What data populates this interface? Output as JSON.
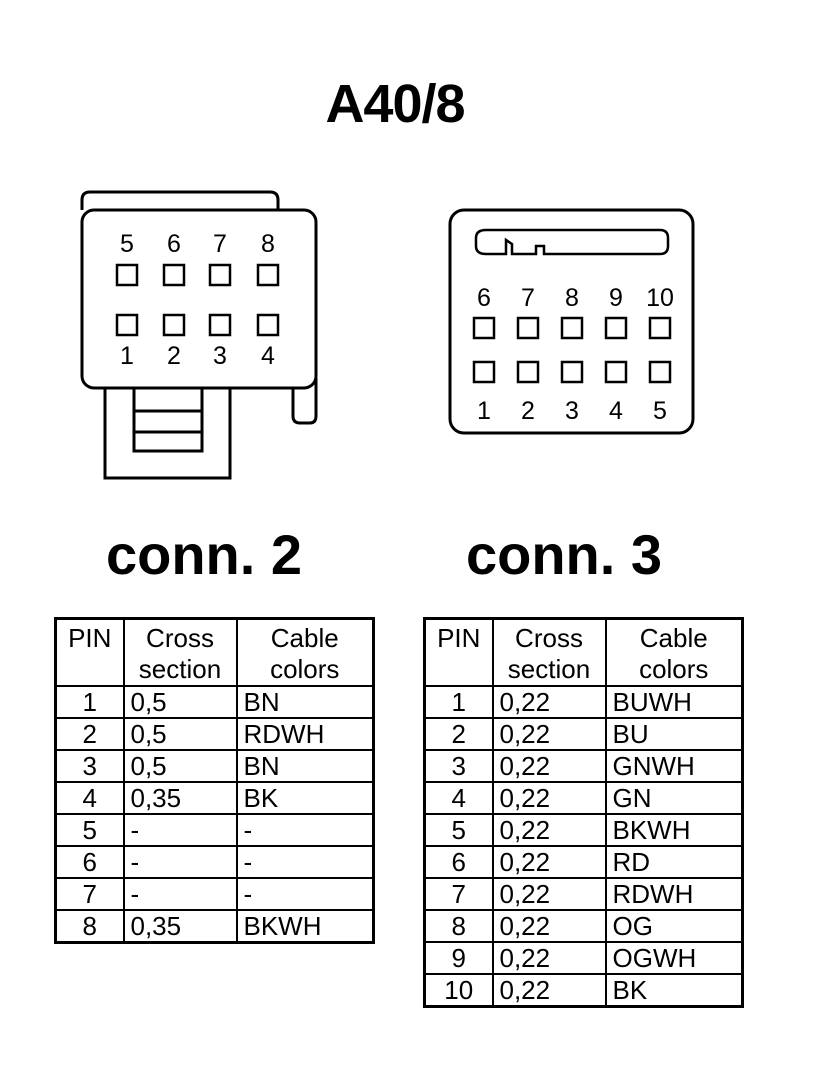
{
  "title": "A40/8",
  "connectors": [
    {
      "caption": "conn. 2",
      "pins_top": [
        "5",
        "6",
        "7",
        "8"
      ],
      "pins_bottom": [
        "1",
        "2",
        "3",
        "4"
      ],
      "table": {
        "headers": [
          [
            "PIN"
          ],
          [
            "Cross",
            "section"
          ],
          [
            "Cable",
            "colors"
          ]
        ],
        "rows": [
          [
            "1",
            "0,5",
            "BN"
          ],
          [
            "2",
            "0,5",
            "RDWH"
          ],
          [
            "3",
            "0,5",
            "BN"
          ],
          [
            "4",
            "0,35",
            "BK"
          ],
          [
            "5",
            "-",
            "-"
          ],
          [
            "6",
            "-",
            "-"
          ],
          [
            "7",
            "-",
            "-"
          ],
          [
            "8",
            "0,35",
            "BKWH"
          ]
        ]
      }
    },
    {
      "caption": "conn. 3",
      "pins_top": [
        "6",
        "7",
        "8",
        "9",
        "10"
      ],
      "pins_bottom": [
        "1",
        "2",
        "3",
        "4",
        "5"
      ],
      "table": {
        "headers": [
          [
            "PIN"
          ],
          [
            "Cross",
            "section"
          ],
          [
            "Cable",
            "colors"
          ]
        ],
        "rows": [
          [
            "1",
            "0,22",
            "BUWH"
          ],
          [
            "2",
            "0,22",
            "BU"
          ],
          [
            "3",
            "0,22",
            "GNWH"
          ],
          [
            "4",
            "0,22",
            "GN"
          ],
          [
            "5",
            "0,22",
            "BKWH"
          ],
          [
            "6",
            "0,22",
            "RD"
          ],
          [
            "7",
            "0,22",
            "RDWH"
          ],
          [
            "8",
            "0,22",
            "OG"
          ],
          [
            "9",
            "0,22",
            "OGWH"
          ],
          [
            "10",
            "0,22",
            "BK"
          ]
        ]
      }
    }
  ]
}
